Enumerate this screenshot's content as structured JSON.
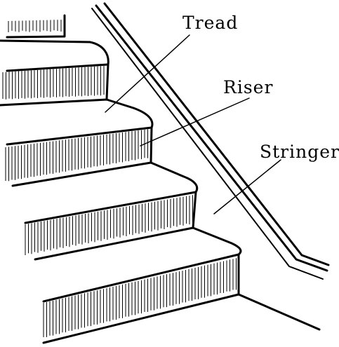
{
  "labels": {
    "tread": "Tread",
    "riser": "Riser",
    "stringer": "Stringer"
  },
  "colors": {
    "ink": "#000000",
    "background": "#ffffff"
  }
}
